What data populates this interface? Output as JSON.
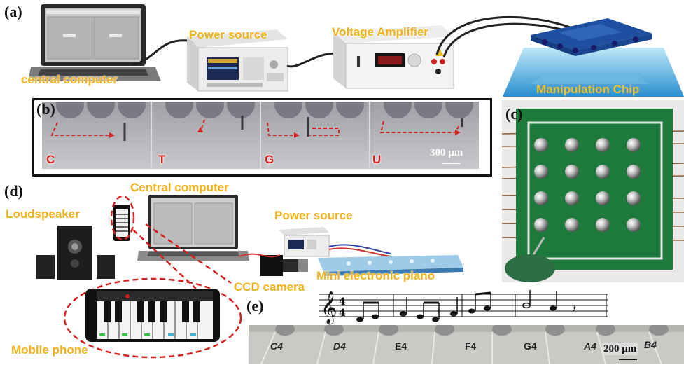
{
  "panel_labels": {
    "a": "(a)",
    "b": "(b)",
    "c": "(c)",
    "d": "(d)",
    "e": "(e)"
  },
  "panel_a": {
    "computer": "central computer",
    "power": "Power source",
    "amplifier": "Voltage Amplifier",
    "chip": "Manipulation Chip"
  },
  "panel_b": {
    "frames": [
      "C",
      "T",
      "G",
      "U"
    ],
    "scale": "300 μm"
  },
  "panel_d": {
    "central_computer": "Central computer",
    "loudspeaker": "Loudspeaker",
    "power": "Power source",
    "ccd": "CCD camera",
    "piano": "Mini electronic piano",
    "phone": "Mobile phone"
  },
  "panel_e": {
    "keys": [
      "C4",
      "D4",
      "E4",
      "F4",
      "G4",
      "A4",
      "B4"
    ],
    "scale": "200 μm"
  },
  "colors": {
    "label_yellow": "#f2b21b",
    "path_red": "#d42020",
    "chip_green": "#1f7a3e"
  }
}
